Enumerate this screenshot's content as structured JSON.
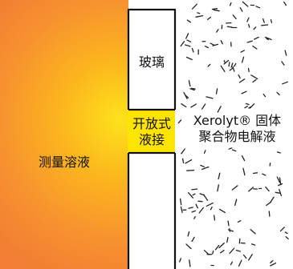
{
  "regions": {
    "measurement_solution": {
      "label": "测量溶液",
      "gradient": [
        "#fde21b",
        "#fcb61d",
        "#f7932f",
        "#f27f33"
      ]
    },
    "glass": {
      "label": "玻璃",
      "fill": "#ffffff"
    },
    "open_junction": {
      "label_line1": "开放式",
      "label_line2": "液接",
      "fill": "#ffe400"
    },
    "xerolyt_electrolyte": {
      "label_line1": "Xerolyt® 固体",
      "label_line2": "聚合物电解液",
      "fill": "#ffffff",
      "speckle_color": "#222222"
    }
  },
  "colors": {
    "outline": "#111111"
  }
}
